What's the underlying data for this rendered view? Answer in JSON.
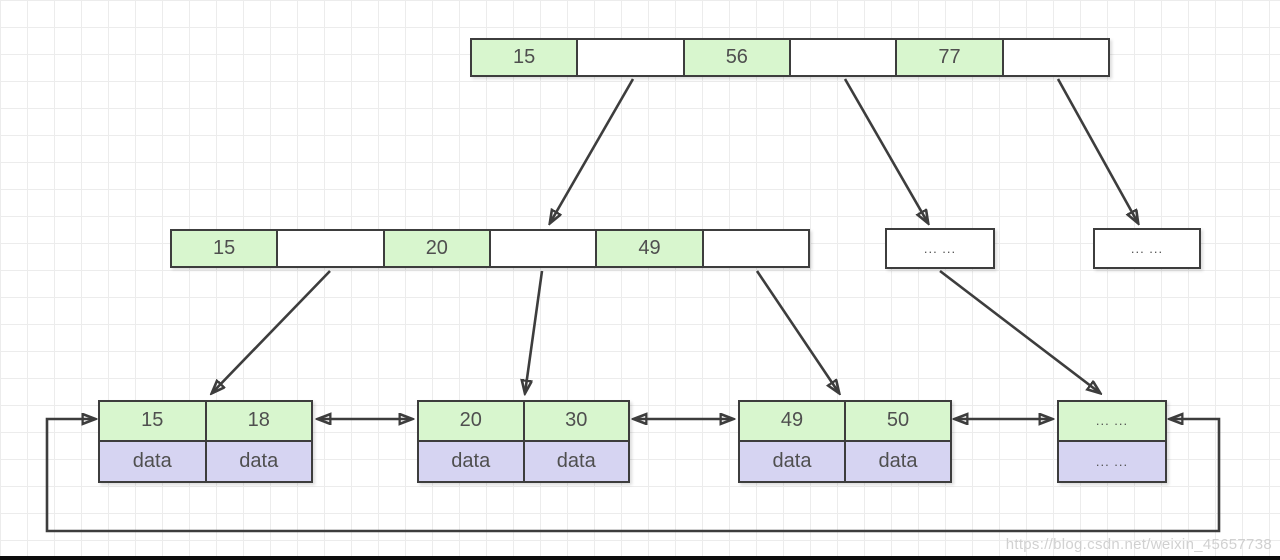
{
  "diagram_type": "b-plus-tree",
  "colors": {
    "node_border": "#3d3d3d",
    "key_cell_fill": "#d8f6ce",
    "data_cell_fill": "#d6d4f2",
    "empty_cell_fill": "#ffffff",
    "text": "#4f4f4f",
    "grid_line": "#ececec",
    "watermark_text": "#c9c9c9",
    "bottom_bar": "#0d0d0d"
  },
  "nodes": {
    "root": {
      "cells": [
        "15",
        "",
        "56",
        "",
        "77",
        ""
      ]
    },
    "internal": {
      "cells": [
        "15",
        "",
        "20",
        "",
        "49",
        ""
      ]
    },
    "stub_a": {
      "label": "... ..."
    },
    "stub_b": {
      "label": "... ..."
    },
    "leaves": [
      {
        "keys": [
          "15",
          "18"
        ],
        "data": [
          "data",
          "data"
        ]
      },
      {
        "keys": [
          "20",
          "30"
        ],
        "data": [
          "data",
          "data"
        ]
      },
      {
        "keys": [
          "49",
          "50"
        ],
        "data": [
          "data",
          "data"
        ]
      },
      {
        "keys": [
          "... ..."
        ],
        "data": [
          "... ..."
        ]
      }
    ]
  },
  "watermark": "https://blog.csdn.net/weixin_45657738"
}
